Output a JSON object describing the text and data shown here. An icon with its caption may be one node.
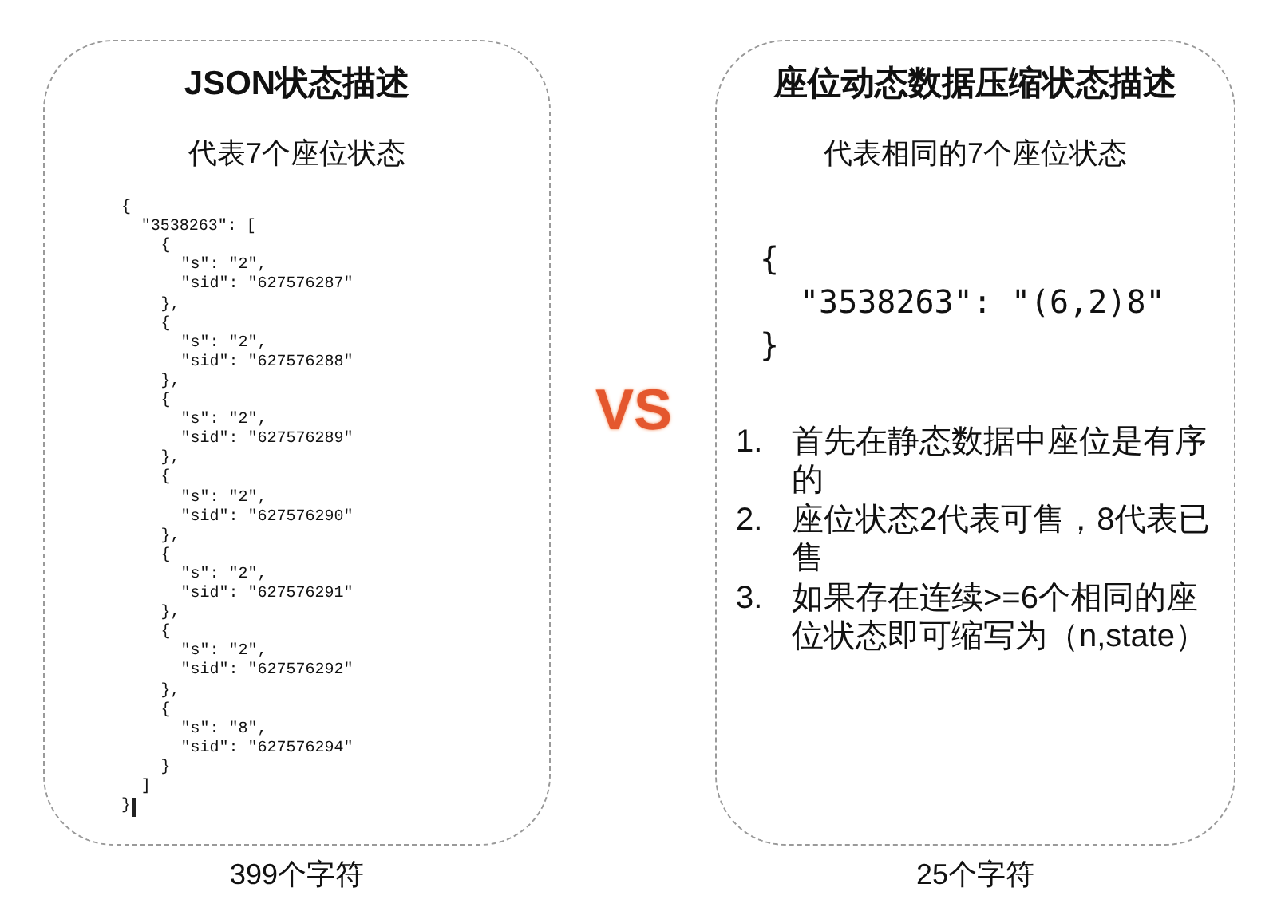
{
  "diagram": {
    "nodes": [
      {
        "text": [
          "JSON状态描述",
          "代表7个座位状态",
          "{",
          "\"3538263\": [",
          "{",
          "\"s\": \"2\",",
          "\"sid\": \"627576287\"",
          "},",
          "{",
          "\"s\": \"2\",",
          "\"sid\": \"627576288\"",
          "},",
          "{",
          "\"s\": \"2\",",
          "\"sid\": \"627576289\"",
          "},",
          "{",
          "\"s\": \"2\",",
          "\"sid\": \"627576290\"",
          "},",
          "{",
          "\"s\": \"2\",",
          "\"sid\": \"627576291\"",
          "},",
          "{",
          "\"s\": \"2\",",
          "\"sid\": \"627576292\"",
          "},",
          "{",
          "\"s\": \"8\",",
          "\"sid\": \"627576294\"",
          "}",
          "]",
          "}"
        ],
        "beside": [
          "399个字符"
        ]
      },
      {
        "text": [
          "座位动态数据压缩状态描述",
          "代表相同的7个座位状态",
          "{",
          "\"3538263\": \"(6,2)8\"",
          "}",
          "1.",
          "首先在静态数据中座位是有序的",
          "2.",
          "座位状态2代表可售，8代表已售",
          "3.",
          "如果存在连续>=6个相同的座位状态即可缩写为（n,state）"
        ],
        "beside": [
          "25个字符"
        ]
      }
    ],
    "labels": [
      "VS"
    ]
  }
}
